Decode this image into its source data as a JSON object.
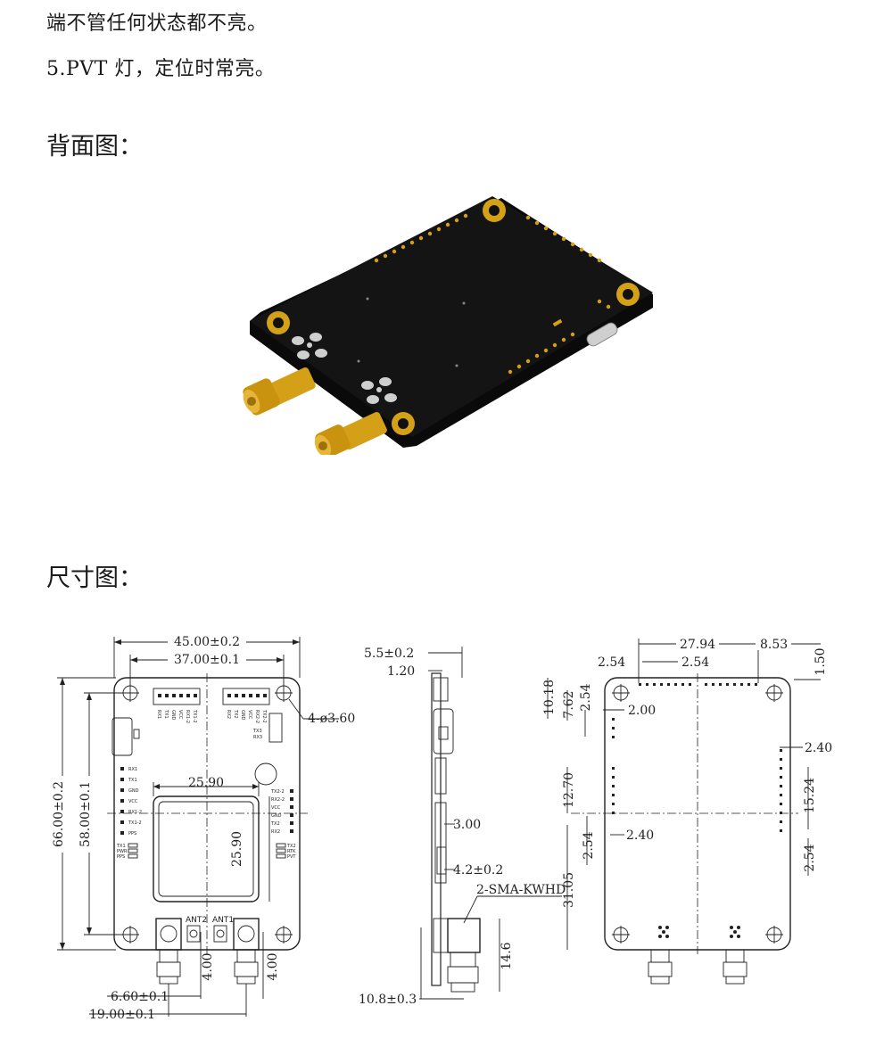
{
  "text": {
    "line1": "端不管任何状态都不亮。",
    "line2": "5.PVT 灯，定位时常亮。",
    "back_heading": "背面图：",
    "dim_heading": "尺寸图："
  },
  "front_view": {
    "width_total": "45.00±0.2",
    "hole_span_x": "37.00±0.1",
    "hole_callout": "4-ø3.60",
    "height_total": "66.00±0.2",
    "hole_span_y": "58.00±0.1",
    "module_w": "25.90",
    "module_h": "25.90",
    "ant_offset_1": "4.00",
    "ant_offset_2": "4.00",
    "ant_pitch_small": "6.60±0.1",
    "ant_pitch_large": "19.00±0.1",
    "ant2_label": "ANT2",
    "ant1_label": "ANT1",
    "pin_labels_left": [
      "RX1",
      "TX1",
      "GND",
      "VCC",
      "RX1-2",
      "TX1-2",
      "PPS"
    ],
    "led_labels_left": [
      "TX1",
      "PWR",
      "PPS"
    ],
    "pin_labels_right": [
      "TX2-2",
      "RX2-2",
      "VCC",
      "GND",
      "TX2",
      "RX2"
    ],
    "led_labels_right": [
      "TX2",
      "RTK",
      "PVT"
    ],
    "top_header_1": [
      "RX1",
      "TX1",
      "GND",
      "VCC",
      "RX1-2",
      "TX1-2"
    ],
    "top_header_2": [
      "RX2",
      "TX2",
      "GND",
      "VCC",
      "RX2-2",
      "TX2-2"
    ],
    "mid_labels": [
      "TX3",
      "RX3"
    ]
  },
  "side_view": {
    "top_dim": "5.5±0.2",
    "pcb_dim": "1.20",
    "dim_3": "3.00",
    "dim_4": "4.2±0.2",
    "connector_label": "2-SMA-KWHD",
    "dim_146": "14.6",
    "bottom_dim": "10.8±0.3"
  },
  "back_view": {
    "top_span": "27.94",
    "top_right": "8.53",
    "right_edge": "1.50",
    "pitch_left": "2.54",
    "pitch_right": "2.54",
    "dim_1018": "10.18",
    "dim_762": "7.62",
    "dim_254_a": "2.54",
    "dim_200": "2.00",
    "dim_1270": "12.70",
    "dim_254_b": "2.54",
    "dim_240_a": "2.40",
    "dim_3105": "31.05",
    "dim_240_b": "2.40",
    "dim_1524": "15.24",
    "dim_254_c": "2.54"
  },
  "colors": {
    "pcb_black": "#141414",
    "gold": "#d4a017",
    "gold_dark": "#9a7209",
    "silver": "#cfcfcf"
  }
}
